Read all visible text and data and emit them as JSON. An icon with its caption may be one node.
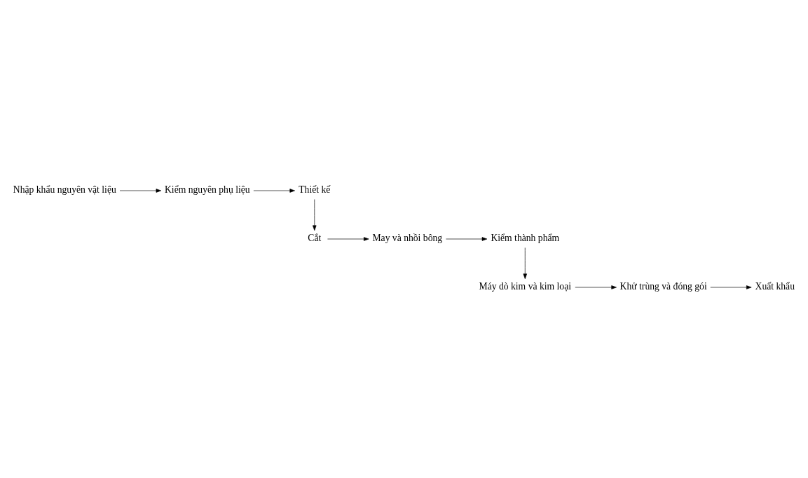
{
  "diagram": {
    "nodes": [
      {
        "text": [
          "Nhập khẩu nguyên vật liệu"
        ]
      },
      {
        "text": [
          "Kiểm nguyên phụ liệu"
        ]
      },
      {
        "text": [
          "Thiết kế"
        ]
      },
      {
        "text": [
          "Cắt"
        ]
      },
      {
        "text": [
          "May và nhồi bông"
        ]
      },
      {
        "text": [
          "Kiểm thành phẩm"
        ]
      },
      {
        "text": [
          "Máy dò kim và kim loại"
        ]
      },
      {
        "text": [
          "Khử trùng và đóng gói"
        ]
      },
      {
        "text": [
          "Xuất khẩu"
        ]
      }
    ],
    "edges": [
      {
        "from": 0,
        "to": 1,
        "arrow": "to"
      },
      {
        "from": 1,
        "to": 2,
        "arrow": "to"
      },
      {
        "from": 2,
        "to": 3,
        "arrow": "to"
      },
      {
        "from": 3,
        "to": 4,
        "arrow": "to"
      },
      {
        "from": 4,
        "to": 5,
        "arrow": "to"
      },
      {
        "from": 5,
        "to": 6,
        "arrow": "to"
      },
      {
        "from": 6,
        "to": 7,
        "arrow": "to"
      },
      {
        "from": 7,
        "to": 8,
        "arrow": "to"
      }
    ]
  }
}
